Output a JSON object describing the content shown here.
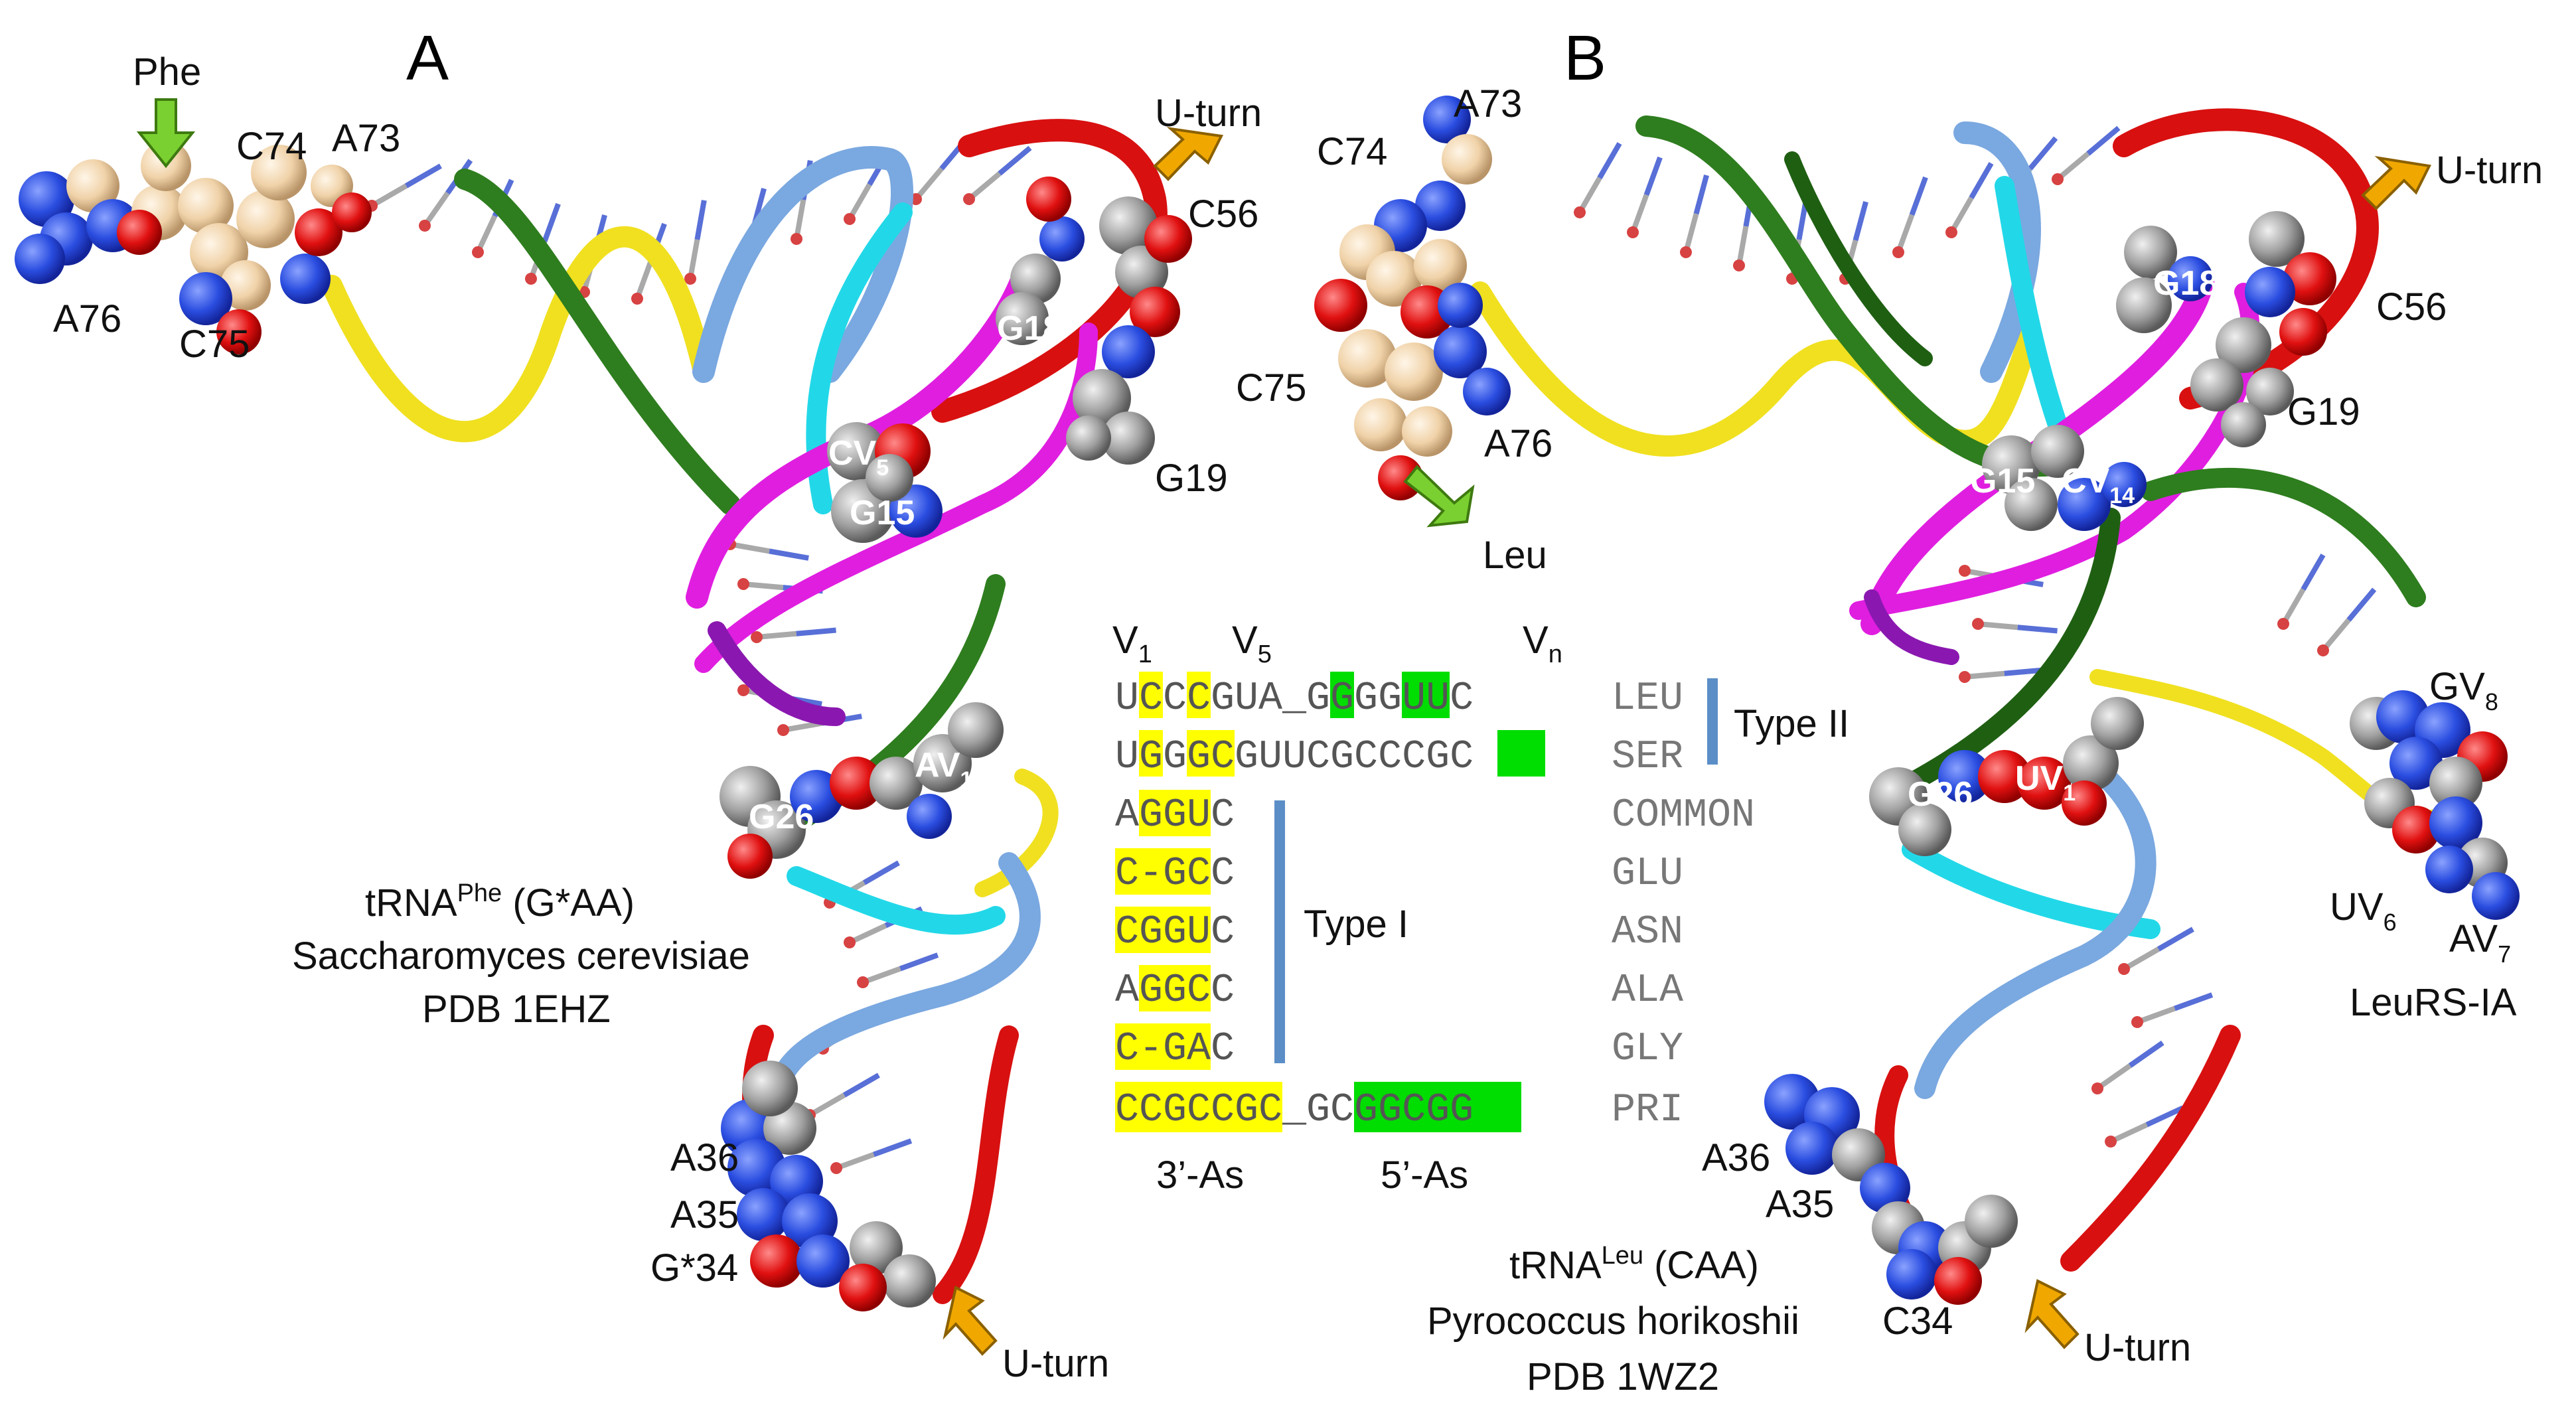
{
  "panels": {
    "a": "A",
    "b": "B"
  },
  "panel_a": {
    "residues": {
      "phe": "Phe",
      "a73": "A73",
      "c74": "C74",
      "a76": "A76",
      "c75": "C75",
      "uturn_top": "U-turn",
      "c56": "C56",
      "g18": "G18",
      "g19": "G19",
      "cv": "CV",
      "cv_sub": "5",
      "g15": "G15",
      "av": "AV",
      "av_sub": "1",
      "g26": "G26",
      "a36": "A36",
      "a35": "A35",
      "g34": "G*34",
      "uturn_bottom": "U-turn"
    },
    "caption": {
      "line1_main": "tRNA",
      "line1_sup": "Phe",
      "line1_rest": " (G*AA)",
      "line2": "Saccharomyces cerevisiae",
      "line3": "PDB 1EHZ"
    }
  },
  "panel_b": {
    "residues": {
      "a73": "A73",
      "c74": "C74",
      "c75": "C75",
      "a76": "A76",
      "leu": "Leu",
      "uturn_top": "U-turn",
      "g18": "G18",
      "c56": "C56",
      "g19": "G19",
      "g15": "G15",
      "cv": "CV",
      "cv_sub": "14",
      "gv": "GV",
      "gv_sub": "8",
      "g26": "G26",
      "uv1": "UV",
      "uv1_sub": "1",
      "uv6": "UV",
      "uv6_sub": "6",
      "av7": "AV",
      "av7_sub": "7",
      "leurs": "LeuRS-IA",
      "a36": "A36",
      "a35": "A35",
      "c34": "C34",
      "uturn_bottom": "U-turn"
    },
    "caption": {
      "line1_main": "tRNA",
      "line1_sup": "Leu",
      "line1_rest": " (CAA)",
      "line2": "Pyrococcus horikoshii",
      "line3": "PDB 1WZ2"
    }
  },
  "alignment": {
    "headers": {
      "v1": "V",
      "v1_sub": "1",
      "v5": "V",
      "v5_sub": "5",
      "vn": "V",
      "vn_sub": "n"
    },
    "rows": [
      {
        "seq": "UCCCGUA_GGGGUUC",
        "amino": "LEU"
      },
      {
        "seq": "UGGGCGUUCGCCCGC",
        "amino": "SER"
      },
      {
        "seq": "AGGUC",
        "amino": "COMMON"
      },
      {
        "seq": "C-GCC",
        "amino": "GLU"
      },
      {
        "seq": "CGGUC",
        "amino": "ASN"
      },
      {
        "seq": "AGGCC",
        "amino": "ALA"
      },
      {
        "seq": "C-GAC",
        "amino": "GLY"
      },
      {
        "seq": "CCGCCGC_GCGGCGG",
        "amino": "PRI"
      }
    ],
    "type_ii": "Type II",
    "type_i": "Type I",
    "footer_3": "3’-As",
    "footer_5": "5’-As"
  },
  "colors": {
    "yellow": "#ffff00",
    "green": "#00dd00",
    "bar": "#5b8ec7",
    "ribbon_yellow": "#f0e020",
    "ribbon_green": "#2e7d1e",
    "ribbon_darkgreen": "#1f5f12",
    "ribbon_cyan": "#22d8e8",
    "ribbon_blue": "#7aa8e0",
    "ribbon_magenta": "#e01ee0",
    "ribbon_red": "#d81010",
    "ribbon_purple": "#8a18b0",
    "sphere_tan": "#f0d2a8",
    "sphere_blue": "#2a4de0",
    "sphere_red": "#e01010",
    "sphere_gray": "#909090",
    "arrow_green": "#7ad030",
    "arrow_orange": "#f0a800"
  }
}
